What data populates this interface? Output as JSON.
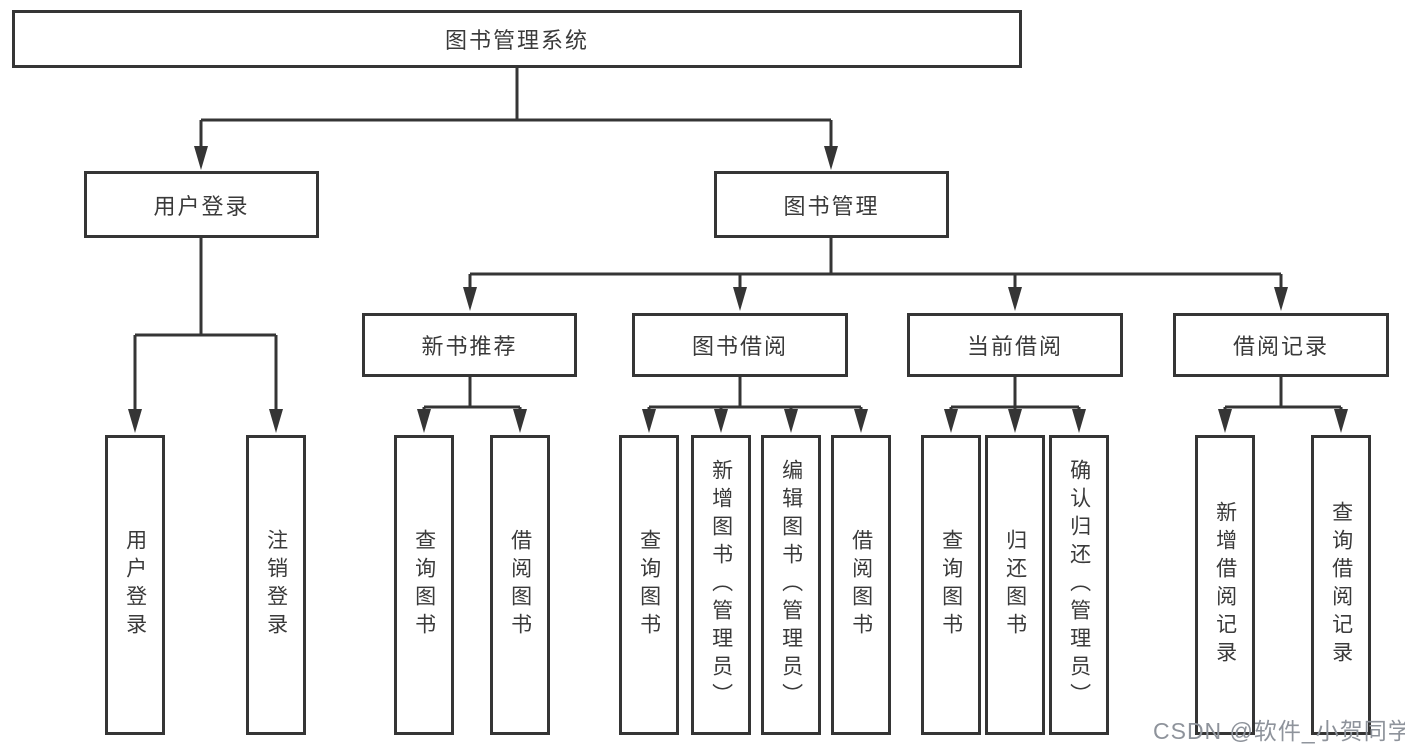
{
  "title": "图书管理系统",
  "watermark": "CSDN @软件_小贺同学",
  "colors": {
    "line": "#353535",
    "text": "#3a3a3a",
    "box_fill": "#ffffff",
    "watermark": "#8e939b",
    "background": "#ffffff"
  },
  "nodes": {
    "root": {
      "label": "图书管理系统"
    },
    "user_login": {
      "label": "用户登录"
    },
    "book_mgmt": {
      "label": "图书管理"
    },
    "new_book_rec": {
      "label": "新书推荐"
    },
    "book_borrow": {
      "label": "图书借阅"
    },
    "current_borrow": {
      "label": "当前借阅"
    },
    "borrow_record": {
      "label": "借阅记录"
    },
    "login_user": {
      "label": "用户登录"
    },
    "logout": {
      "label": "注销登录"
    },
    "rec_query_book": {
      "label": "查询图书"
    },
    "rec_borrow_book": {
      "label": "借阅图书"
    },
    "bb_query_book": {
      "label": "查询图书"
    },
    "bb_add_book": {
      "label": "新增图书（管理员）"
    },
    "bb_edit_book": {
      "label": "编辑图书（管理员）"
    },
    "bb_borrow_book": {
      "label": "借阅图书"
    },
    "cb_query_book": {
      "label": "查询图书"
    },
    "cb_return_book": {
      "label": "归还图书"
    },
    "cb_confirm_return": {
      "label": "确认归还（管理员）"
    },
    "br_add_record": {
      "label": "新增借阅记录"
    },
    "br_query_record": {
      "label": "查询借阅记录"
    }
  },
  "hierarchy": {
    "图书管理系统": [
      "用户登录",
      "图书管理"
    ],
    "用户登录": [
      "用户登录",
      "注销登录"
    ],
    "图书管理": [
      "新书推荐",
      "图书借阅",
      "当前借阅",
      "借阅记录"
    ],
    "新书推荐": [
      "查询图书",
      "借阅图书"
    ],
    "图书借阅": [
      "查询图书",
      "新增图书（管理员）",
      "编辑图书（管理员）",
      "借阅图书"
    ],
    "当前借阅": [
      "查询图书",
      "归还图书",
      "确认归还（管理员）"
    ],
    "借阅记录": [
      "新增借阅记录",
      "查询借阅记录"
    ]
  }
}
